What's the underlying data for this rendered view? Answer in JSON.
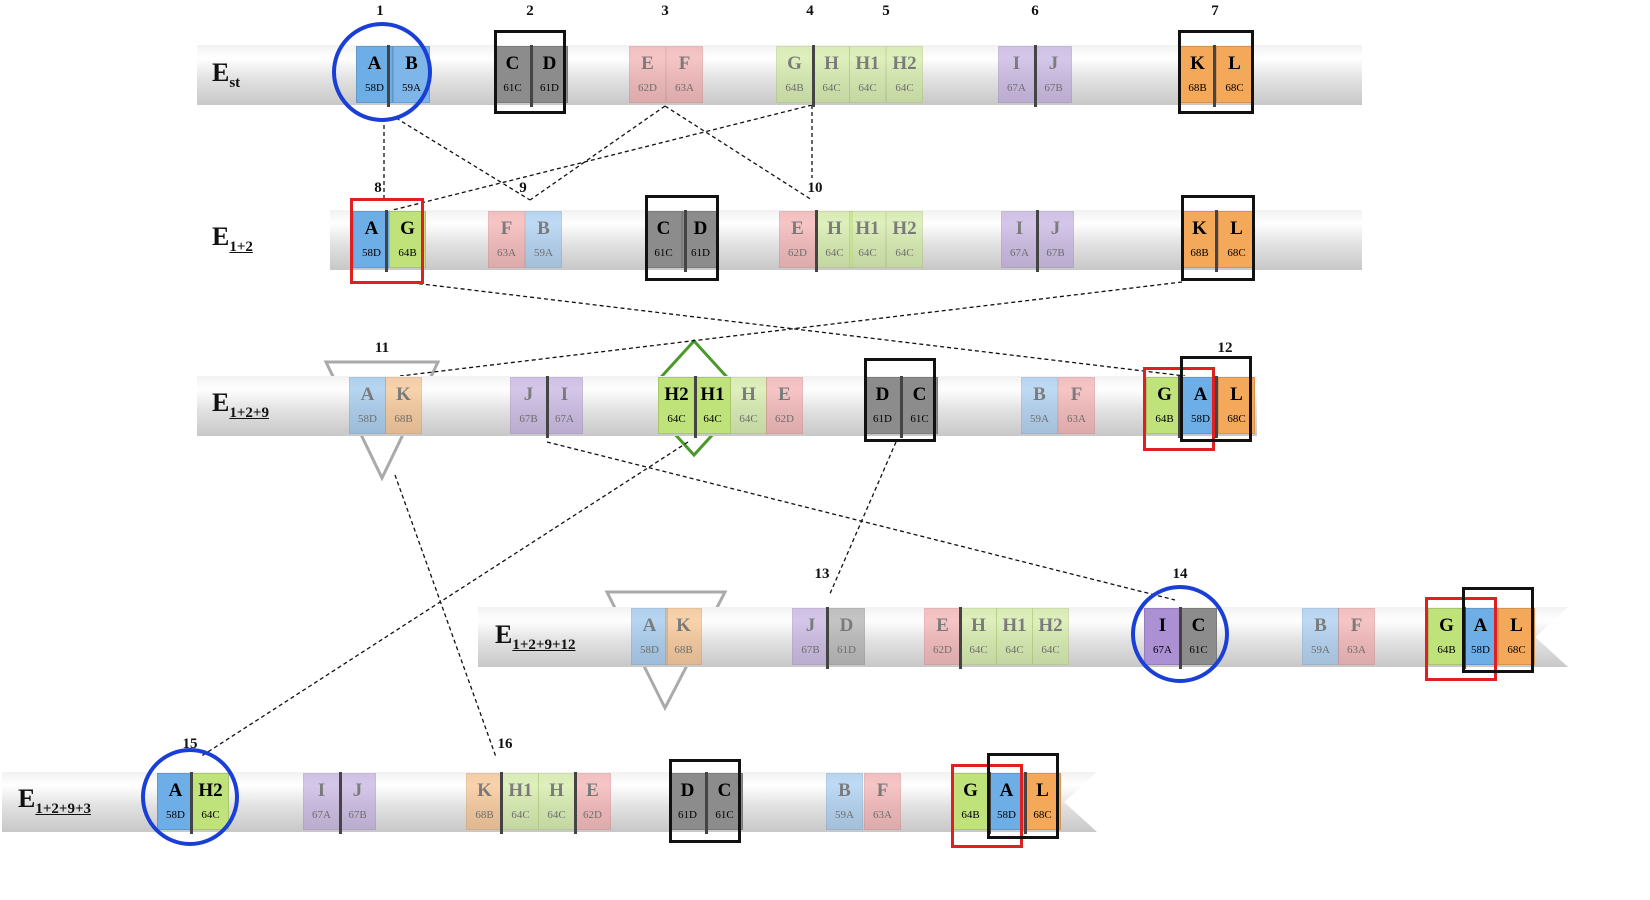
{
  "colors": {
    "A": "#6eaee6",
    "B": "#7fb6ea",
    "C": "#8c8c8c",
    "D": "#8c8c8c",
    "E": "#ef8c8c",
    "F": "#ef8c8c",
    "G": "#bfe27a",
    "H": "#bfe27a",
    "H1": "#bfe27a",
    "H2": "#bfe27a",
    "I": "#ab90d4",
    "J": "#ab90d4",
    "K": "#f4a85a",
    "L": "#f4a85a",
    "circle": "#1a3fd6",
    "box_red": "#e02020",
    "box_black": "#111111",
    "triangle": "#aaaaaa",
    "diamond": "#4a9a2a"
  },
  "rows": [
    {
      "id": "est",
      "label_main": "E",
      "label_sub": "st",
      "label_sub_underlined": false,
      "segments": [
        {
          "letter": "A",
          "band": "58D",
          "faded": false
        },
        {
          "letter": "B",
          "band": "59A",
          "faded": false
        },
        {
          "letter": "C",
          "band": "61C",
          "faded": false
        },
        {
          "letter": "D",
          "band": "61D",
          "faded": false
        },
        {
          "letter": "E",
          "band": "62D",
          "faded": true
        },
        {
          "letter": "F",
          "band": "63A",
          "faded": true
        },
        {
          "letter": "G",
          "band": "64B",
          "faded": true
        },
        {
          "letter": "H",
          "band": "64C",
          "faded": true
        },
        {
          "letter": "H1",
          "band": "64C",
          "faded": true
        },
        {
          "letter": "H2",
          "band": "64C",
          "faded": true
        },
        {
          "letter": "I",
          "band": "67A",
          "faded": true
        },
        {
          "letter": "J",
          "band": "67B",
          "faded": true
        },
        {
          "letter": "K",
          "band": "68B",
          "faded": false
        },
        {
          "letter": "L",
          "band": "68C",
          "faded": false
        }
      ]
    },
    {
      "id": "e12",
      "label_main": "E",
      "label_sub": "1+2",
      "label_sub_underlined": true,
      "segments": [
        {
          "letter": "A",
          "band": "58D",
          "faded": false
        },
        {
          "letter": "G",
          "band": "64B",
          "faded": false
        },
        {
          "letter": "F",
          "band": "63A",
          "faded": true
        },
        {
          "letter": "B",
          "band": "59A",
          "faded": true
        },
        {
          "letter": "C",
          "band": "61C",
          "faded": false
        },
        {
          "letter": "D",
          "band": "61D",
          "faded": false
        },
        {
          "letter": "E",
          "band": "62D",
          "faded": true
        },
        {
          "letter": "H",
          "band": "64C",
          "faded": true
        },
        {
          "letter": "H1",
          "band": "64C",
          "faded": true
        },
        {
          "letter": "H2",
          "band": "64C",
          "faded": true
        },
        {
          "letter": "I",
          "band": "67A",
          "faded": true
        },
        {
          "letter": "J",
          "band": "67B",
          "faded": true
        },
        {
          "letter": "K",
          "band": "68B",
          "faded": false
        },
        {
          "letter": "L",
          "band": "68C",
          "faded": false
        }
      ]
    },
    {
      "id": "e129",
      "label_main": "E",
      "label_sub": "1+2+9",
      "label_sub_underlined": true,
      "segments": [
        {
          "letter": "A",
          "band": "58D",
          "faded": true
        },
        {
          "letter": "K",
          "band": "68B",
          "faded": true
        },
        {
          "letter": "J",
          "band": "67B",
          "faded": true
        },
        {
          "letter": "I",
          "band": "67A",
          "faded": true
        },
        {
          "letter": "H2",
          "band": "64C",
          "faded": false
        },
        {
          "letter": "H1",
          "band": "64C",
          "faded": false
        },
        {
          "letter": "H",
          "band": "64C",
          "faded": true
        },
        {
          "letter": "E",
          "band": "62D",
          "faded": true
        },
        {
          "letter": "D",
          "band": "61D",
          "faded": false
        },
        {
          "letter": "C",
          "band": "61C",
          "faded": false
        },
        {
          "letter": "B",
          "band": "59A",
          "faded": true
        },
        {
          "letter": "F",
          "band": "63A",
          "faded": true
        },
        {
          "letter": "G",
          "band": "64B",
          "faded": false
        },
        {
          "letter": "A",
          "band": "58D",
          "faded": false
        },
        {
          "letter": "L",
          "band": "68C",
          "faded": false
        }
      ]
    },
    {
      "id": "e12912",
      "label_main": "E",
      "label_sub": "1+2+9+12",
      "label_sub_underlined": true,
      "segments": [
        {
          "letter": "A",
          "band": "58D",
          "faded": true
        },
        {
          "letter": "K",
          "band": "68B",
          "faded": true
        },
        {
          "letter": "J",
          "band": "67B",
          "faded": true
        },
        {
          "letter": "D",
          "band": "61D",
          "faded": true
        },
        {
          "letter": "E",
          "band": "62D",
          "faded": true
        },
        {
          "letter": "H",
          "band": "64C",
          "faded": true
        },
        {
          "letter": "H1",
          "band": "64C",
          "faded": true
        },
        {
          "letter": "H2",
          "band": "64C",
          "faded": true
        },
        {
          "letter": "I",
          "band": "67A",
          "faded": false
        },
        {
          "letter": "C",
          "band": "61C",
          "faded": false
        },
        {
          "letter": "B",
          "band": "59A",
          "faded": true
        },
        {
          "letter": "F",
          "band": "63A",
          "faded": true
        },
        {
          "letter": "G",
          "band": "64B",
          "faded": false
        },
        {
          "letter": "A",
          "band": "58D",
          "faded": false
        },
        {
          "letter": "L",
          "band": "68C",
          "faded": false
        }
      ]
    },
    {
      "id": "e1293",
      "label_main": "E",
      "label_sub": "1+2+9+3",
      "label_sub_underlined": true,
      "segments": [
        {
          "letter": "A",
          "band": "58D",
          "faded": false
        },
        {
          "letter": "H2",
          "band": "64C",
          "faded": false
        },
        {
          "letter": "I",
          "band": "67A",
          "faded": true
        },
        {
          "letter": "J",
          "band": "67B",
          "faded": true
        },
        {
          "letter": "K",
          "band": "68B",
          "faded": true
        },
        {
          "letter": "H1",
          "band": "64C",
          "faded": true
        },
        {
          "letter": "H",
          "band": "64C",
          "faded": true
        },
        {
          "letter": "E",
          "band": "62D",
          "faded": true
        },
        {
          "letter": "D",
          "band": "61D",
          "faded": false
        },
        {
          "letter": "C",
          "band": "61C",
          "faded": false
        },
        {
          "letter": "B",
          "band": "59A",
          "faded": true
        },
        {
          "letter": "F",
          "band": "63A",
          "faded": true
        },
        {
          "letter": "G",
          "band": "64B",
          "faded": false
        },
        {
          "letter": "A",
          "band": "58D",
          "faded": false
        },
        {
          "letter": "L",
          "band": "68C",
          "faded": false
        }
      ]
    }
  ],
  "breakpoint_numbers": [
    "1",
    "2",
    "3",
    "4",
    "5",
    "6",
    "7",
    "8",
    "9",
    "10",
    "11",
    "12",
    "13",
    "14",
    "15",
    "16"
  ]
}
